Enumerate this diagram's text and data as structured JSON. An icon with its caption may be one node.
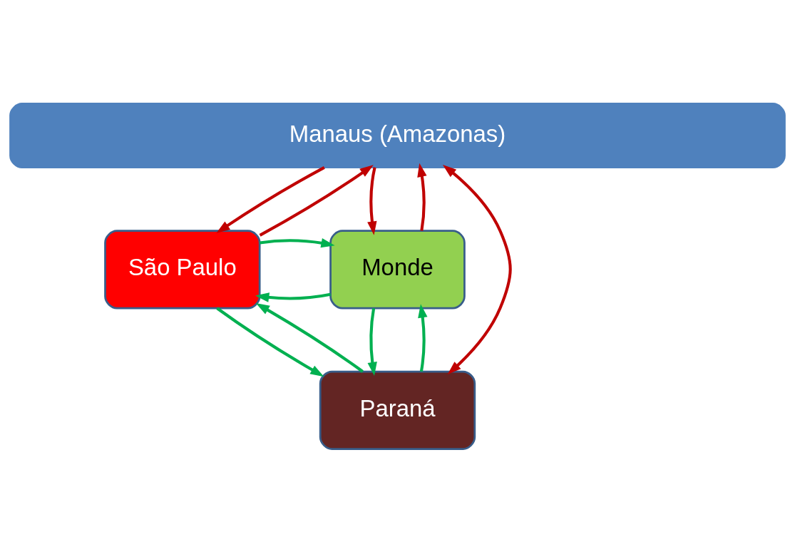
{
  "diagram": {
    "nodes": [
      {
        "text": [
          "Manaus (Amazonas)"
        ]
      },
      {
        "text": [
          "São Paulo"
        ]
      },
      {
        "text": [
          "Paraná"
        ]
      },
      {
        "text": [
          "Monde"
        ]
      }
    ],
    "edges": [
      {
        "from": 1,
        "to": 0,
        "arrow": "to",
        "color": "#c00000"
      },
      {
        "from": 0,
        "to": 1,
        "arrow": "to",
        "color": "#c00000"
      },
      {
        "from": 3,
        "to": 0,
        "arrow": "to",
        "color": "#c00000"
      },
      {
        "from": 0,
        "to": 3,
        "arrow": "to",
        "color": "#c00000"
      },
      {
        "from": 0,
        "to": 2,
        "arrow": "both",
        "color": "#c00000"
      },
      {
        "from": 3,
        "to": 1,
        "arrow": "to"
      },
      {
        "from": 1,
        "to": 3,
        "arrow": "to"
      },
      {
        "from": 2,
        "to": 3,
        "arrow": "to"
      },
      {
        "from": 3,
        "to": 2,
        "arrow": "to"
      },
      {
        "from": 2,
        "to": 1,
        "arrow": "to"
      },
      {
        "from": 1,
        "to": 2,
        "arrow": "to"
      }
    ]
  }
}
